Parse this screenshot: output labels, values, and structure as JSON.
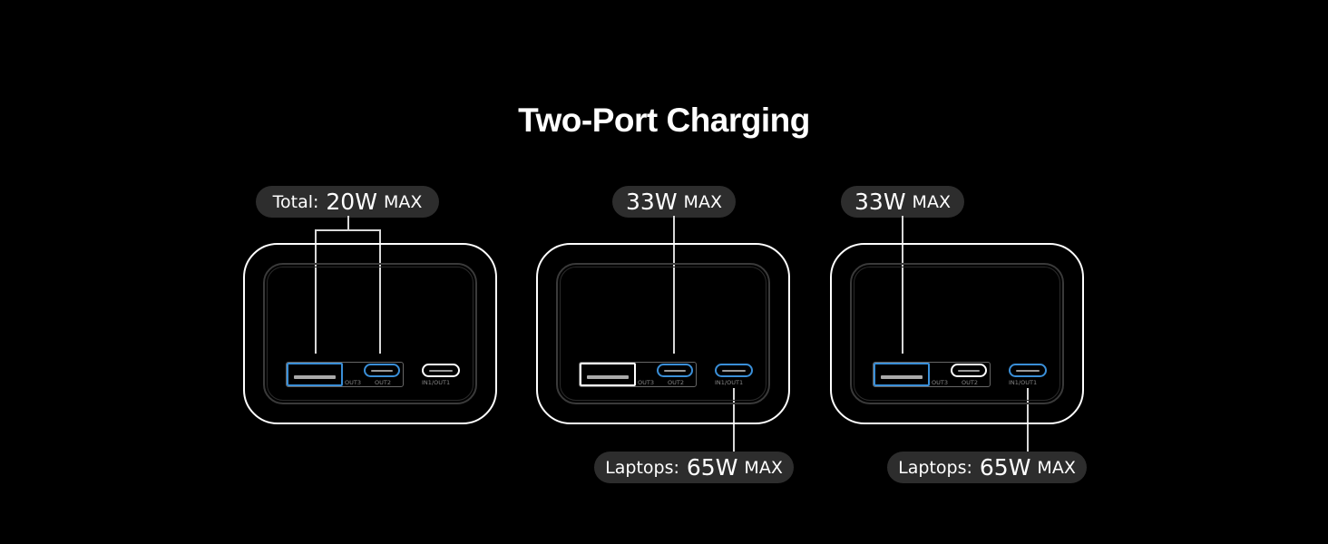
{
  "title": "Two-Port Charging",
  "colors": {
    "background": "#000000",
    "pill": "#2d2d2d",
    "active_port": "#3a8fd8",
    "inactive_port": "#ffffff"
  },
  "panels": [
    {
      "top_label": {
        "prefix": "Total:",
        "value": "20W",
        "suffix": "MAX"
      },
      "ports": {
        "out3": "OUT3",
        "out2": "OUT2",
        "in1out1": "IN1/OUT1"
      },
      "active_ports": [
        "OUT3",
        "OUT2"
      ]
    },
    {
      "top_label": {
        "prefix": "",
        "value": "33W",
        "suffix": "MAX"
      },
      "bottom_label": {
        "prefix": "Laptops:",
        "value": "65W",
        "suffix": "MAX"
      },
      "ports": {
        "out3": "OUT3",
        "out2": "OUT2",
        "in1out1": "IN1/OUT1"
      },
      "active_ports": [
        "OUT2",
        "IN1/OUT1"
      ]
    },
    {
      "top_label": {
        "prefix": "",
        "value": "33W",
        "suffix": "MAX"
      },
      "bottom_label": {
        "prefix": "Laptops:",
        "value": "65W",
        "suffix": "MAX"
      },
      "ports": {
        "out3": "OUT3",
        "out2": "OUT2",
        "in1out1": "IN1/OUT1"
      },
      "active_ports": [
        "OUT3",
        "IN1/OUT1"
      ]
    }
  ]
}
